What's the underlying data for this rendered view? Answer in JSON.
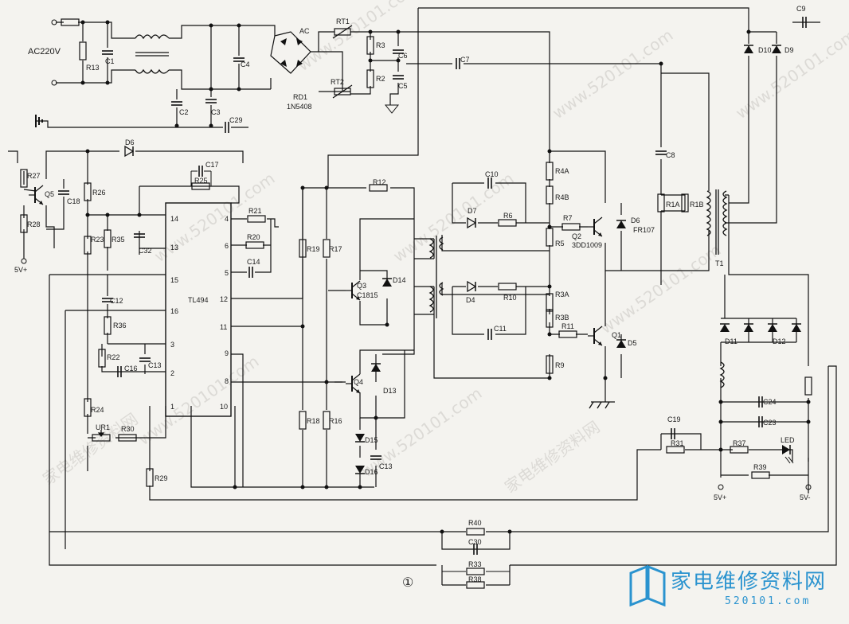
{
  "schematic": {
    "ac_input": "AC220V",
    "bridge": "AC",
    "rectifier_ref": "RD1",
    "rectifier_part": "1N5408",
    "ic": "TL494",
    "ic_pins": [
      "14",
      "13",
      "15",
      "16",
      "3",
      "2",
      "1",
      "4",
      "6",
      "5",
      "12",
      "11",
      "9",
      "8",
      "10"
    ],
    "transistors": [
      {
        "ref": "Q5",
        "part": ""
      },
      {
        "ref": "Q3",
        "part": "C1815"
      },
      {
        "ref": "Q4",
        "part": ""
      },
      {
        "ref": "Q2",
        "part": "3DD1009"
      },
      {
        "ref": "Q1",
        "part": ""
      }
    ],
    "diode_d6_part": "FR107",
    "transformer": "T1",
    "led": "LED",
    "outputs": [
      "5V+",
      "5V-",
      "5V+"
    ],
    "page_mark": "①",
    "resistors": [
      "R13",
      "R3",
      "R2",
      "R27",
      "R28",
      "R26",
      "R23",
      "R35",
      "R25",
      "R21",
      "R20",
      "R36",
      "R22",
      "R24",
      "R30",
      "R29",
      "R19",
      "R17",
      "R18",
      "R16",
      "R12",
      "R6",
      "R10",
      "R4A",
      "R4B",
      "R5",
      "R7",
      "R3A",
      "R3B",
      "R11",
      "R9",
      "R1A",
      "R1B",
      "R31",
      "R37",
      "R39",
      "R40",
      "R33",
      "R38"
    ],
    "capacitors": [
      "C1",
      "C2",
      "C3",
      "C4",
      "C6",
      "C5",
      "C7",
      "C9",
      "C29",
      "C18",
      "C17",
      "C32",
      "C14",
      "C12",
      "C16",
      "C13",
      "C10",
      "C11",
      "C8",
      "C19",
      "C24",
      "C23",
      "C30",
      "C13"
    ],
    "diodes": [
      "D6",
      "D7",
      "D14",
      "D4",
      "D13",
      "D15",
      "D16",
      "D5",
      "D10",
      "D9",
      "D11",
      "D12"
    ],
    "thermistors": [
      "RT1",
      "RT2"
    ],
    "trimmer": "UR1"
  },
  "watermark": {
    "url": "www.520101.com",
    "site": "家电维修资料网"
  },
  "branding": {
    "site": "家电维修资料网",
    "url": "520101.com",
    "color": "#2a93cf"
  }
}
